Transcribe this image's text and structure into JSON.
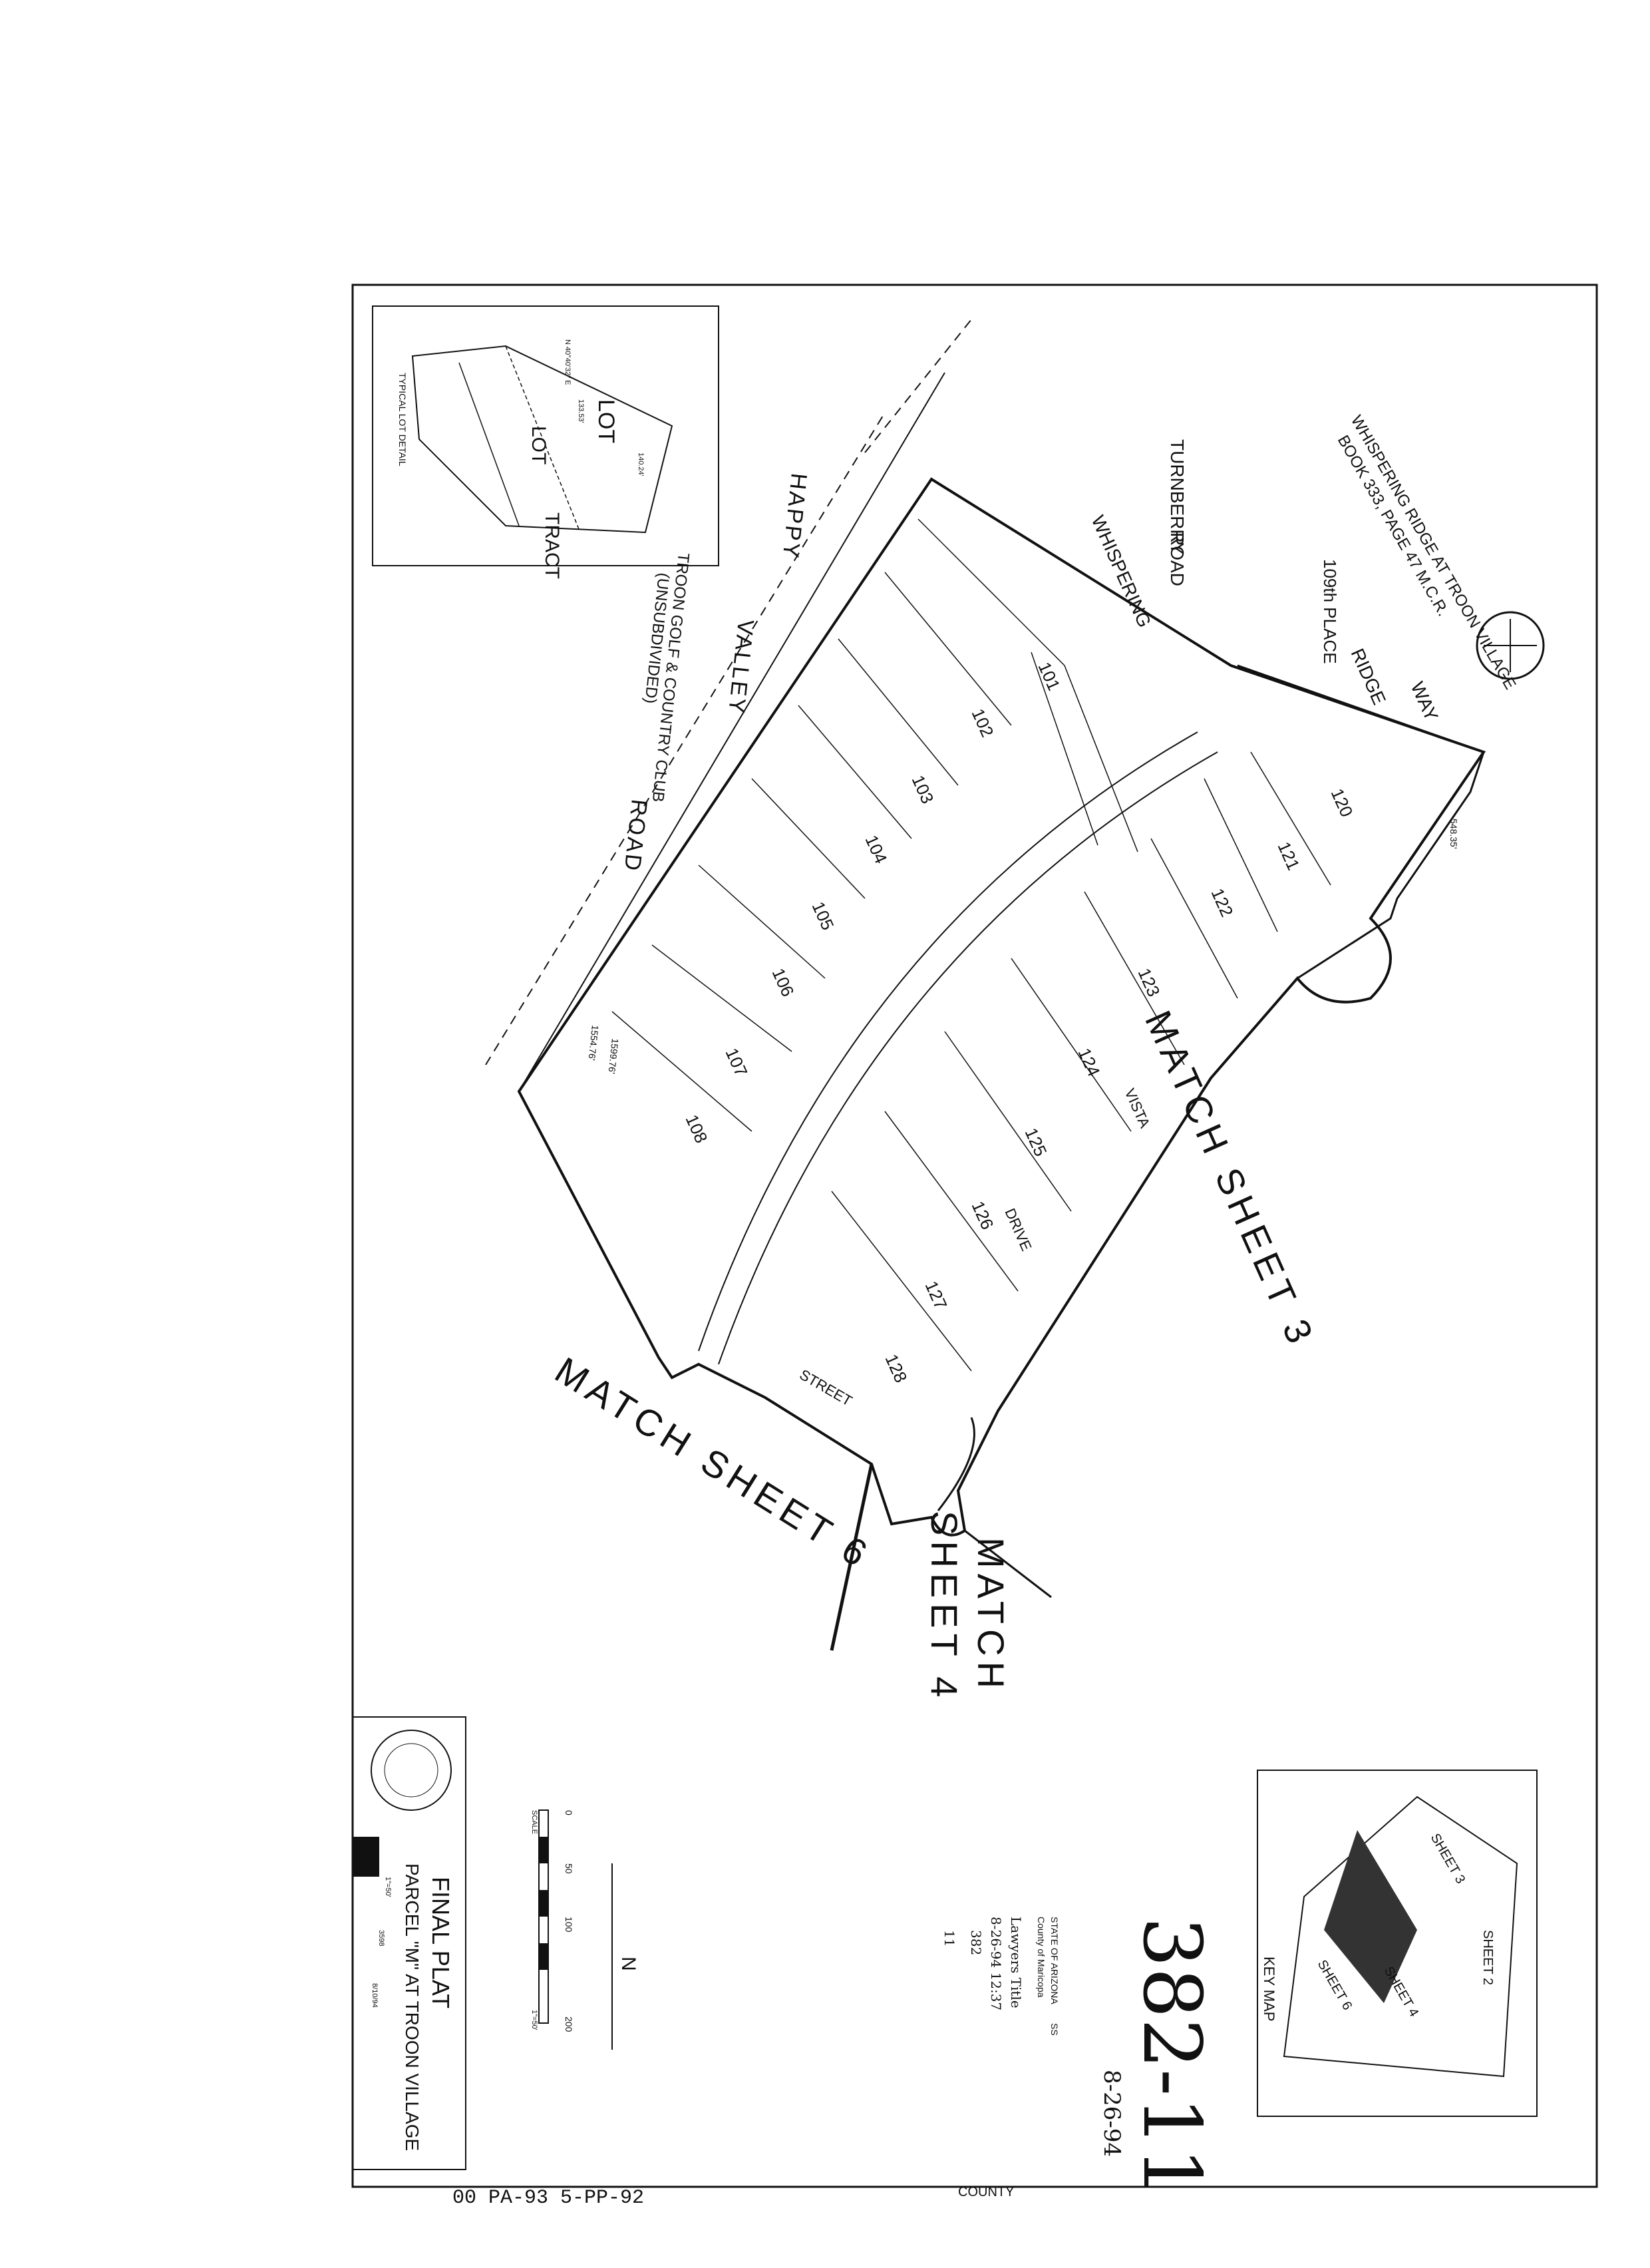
{
  "sheet": {
    "title_block": {
      "title": "FINAL PLAT",
      "subtitle": "PARCEL \"M\" AT TROON VILLAGE",
      "scale_value": "1\"=50'",
      "rows": [
        "1\"=50'",
        "3598",
        "8/10/94"
      ]
    },
    "north": "N",
    "scale_bar": {
      "ticks": [
        "0",
        "50",
        "100",
        "200"
      ],
      "label": "SCALE",
      "unit": "1\"=50'"
    },
    "recording": {
      "number": "382-11",
      "date": "8-26-94",
      "state_lines": [
        "STATE OF ARIZONA",
        "County of Maricopa",
        "SS"
      ],
      "title_co": "Lawyers Title",
      "datetime": "8-26-94 12:37",
      "book": "382",
      "page": "11"
    },
    "key_map": {
      "label": "KEY MAP",
      "sheets": [
        "SHEET 2",
        "SHEET 3",
        "SHEET 4",
        "SHEET 6"
      ]
    },
    "match_labels": [
      "MATCH SHEET 3",
      "MATCH SHEET 6",
      "MATCH",
      "SHEET 4"
    ],
    "streets": [
      "HAPPY",
      "VALLEY",
      "ROAD",
      "WHISPERING",
      "RIDGE",
      "WAY",
      "TURNBERRY",
      "ROAD",
      "109th PLACE",
      "VISTA",
      "DRIVE",
      "STREET"
    ],
    "adjacent": {
      "golf": "TROON GOLF & COUNTRY CLUB",
      "golf_sub": "(UNSUBDIVIDED)",
      "whispering_1": "WHISPERING RIDGE AT TROON VILLAGE",
      "whispering_2": "BOOK 333, PAGE 47 M.C.R."
    },
    "lots": [
      "101",
      "102",
      "103",
      "104",
      "105",
      "106",
      "107",
      "108",
      "120",
      "121",
      "122",
      "123",
      "124",
      "125",
      "126",
      "127",
      "128"
    ],
    "typical_detail": {
      "title": "TYPICAL LOT DETAIL",
      "lot1": "LOT",
      "lot2": "LOT",
      "tract": "TRACT"
    },
    "bearings": {
      "b1": "N 40°40'32\" E",
      "b2": "133.53'",
      "b3": "140.24'",
      "dist1": "548.35'",
      "dist2": "1554.76'",
      "dist3": "1599.76'"
    },
    "footer": {
      "left_code": "00 PA-93  5-PP-92",
      "county": "COUNTY"
    }
  }
}
